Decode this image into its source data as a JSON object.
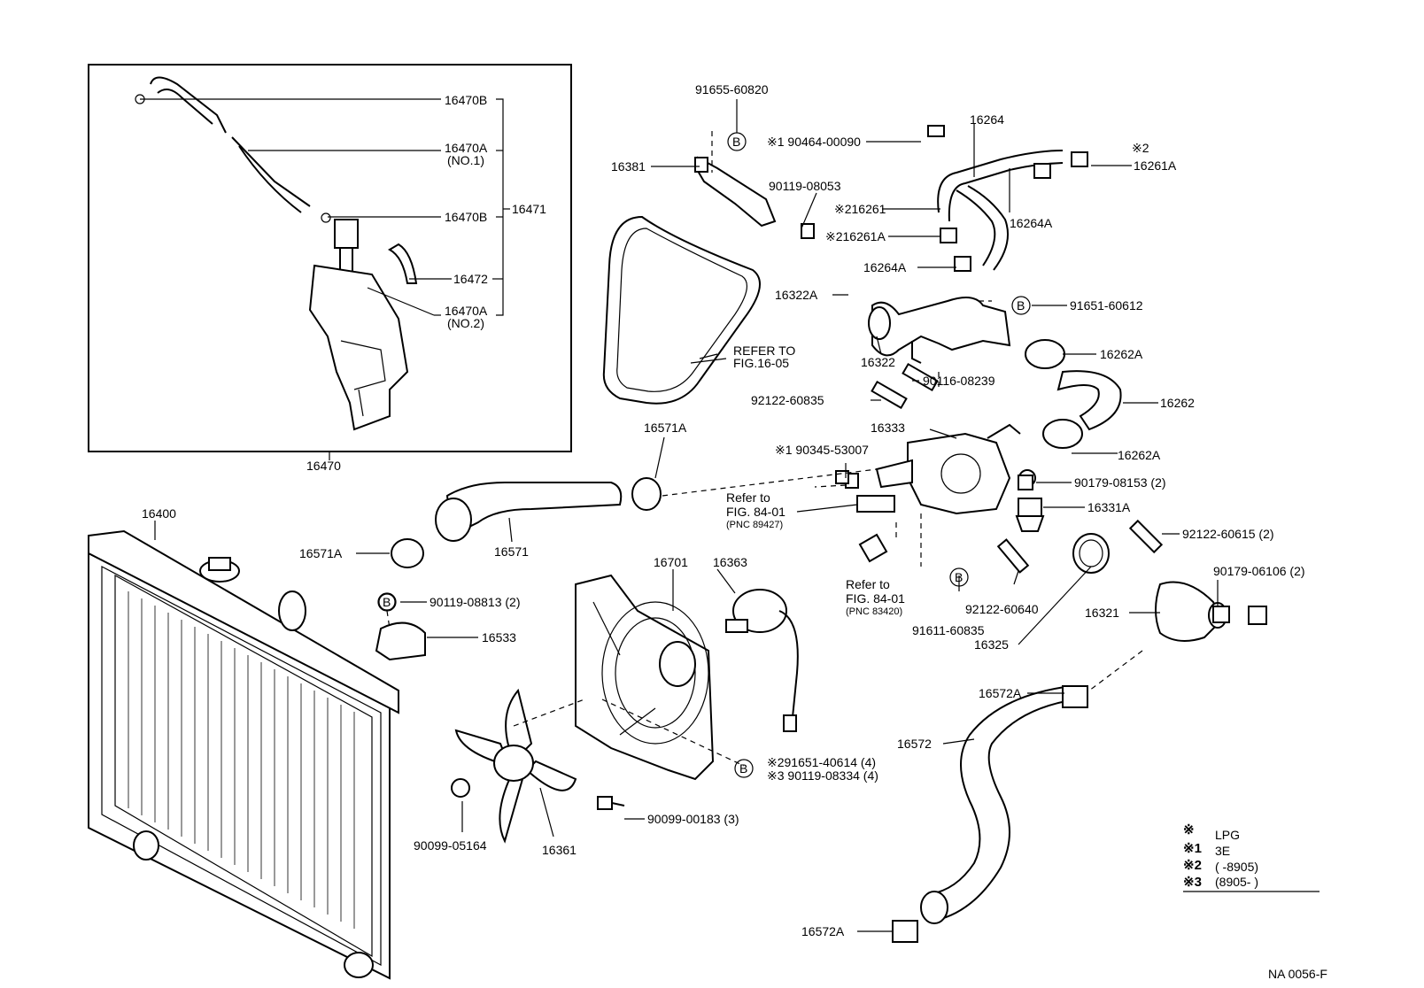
{
  "labels": {
    "p16470B_a": "16470B",
    "p16470A_1": "16470A",
    "p16470A_1b": "(NO.1)",
    "p16470B_b": "16470B",
    "p16471": "16471",
    "p16472": "16472",
    "p16470A_2": "16470A",
    "p16470A_2b": "(NO.2)",
    "p16470": "16470",
    "p91655": "91655-60820",
    "p90464": "※1 90464-00090",
    "p16381": "16381",
    "p90119_08053": "90119-08053",
    "p16261": "※216261",
    "p16261A_a": "※216261A",
    "p16264": "16264",
    "p16261A_b_mark": "※2",
    "p16261A_b": "16261A",
    "p16264A_a": "16264A",
    "p16264A_b": "16264A",
    "p16322A": "16322A",
    "p91651_60612": "91651-60612",
    "p16322": "16322",
    "p16262A_a": "16262A",
    "p_refer_fig16_1": "REFER TO",
    "p_refer_fig16_2": "FIG.16-05",
    "p90116": "90116-08239",
    "p92122_60835": "92122-60835",
    "p16262": "16262",
    "p16333": "16333",
    "p16262A_b": "16262A",
    "p16571A_a": "16571A",
    "p90345": "※1 90345-53007",
    "p90179_08153": "90179-08153 (2)",
    "p_refer84a_1": "Refer to",
    "p_refer84a_2": "FIG. 84-01",
    "p_refer84a_3": "(PNC 89427)",
    "p16331A": "16331A",
    "p16400": "16400",
    "p16571A_b": "16571A",
    "p16571": "16571",
    "p92122_60615": "92122-60615 (2)",
    "p16701": "16701",
    "p16363": "16363",
    "p90119_08813": "90119-08813 (2)",
    "p16533": "16533",
    "p_refer84b_1": "Refer to",
    "p_refer84b_2": "FIG. 84-01",
    "p_refer84b_3": "(PNC 83420)",
    "p92122_60640": "92122-60640",
    "p90179_06106": "90179-06106 (2)",
    "p16321": "16321",
    "p91611": "91611-60835",
    "p16325": "16325",
    "p16572A_a": "16572A",
    "p16572": "16572",
    "p91651_40614": "※291651-40614 (4)",
    "p90119_08334": "※3 90119-08334 (4)",
    "p90099_05164": "90099-05164",
    "p16361": "16361",
    "p90099_00183": "90099-00183 (3)",
    "p16572A_b": "16572A",
    "b_marker": "B"
  },
  "legend": {
    "r0_mark": "※",
    "r0_text": "LPG",
    "r1_mark": "※1",
    "r1_text": "3E",
    "r2_mark": "※2",
    "r2_text": "(      -8905)",
    "r3_mark": "※3",
    "r3_text": "(8905-        )"
  },
  "figure_code": "NA 0056-F"
}
